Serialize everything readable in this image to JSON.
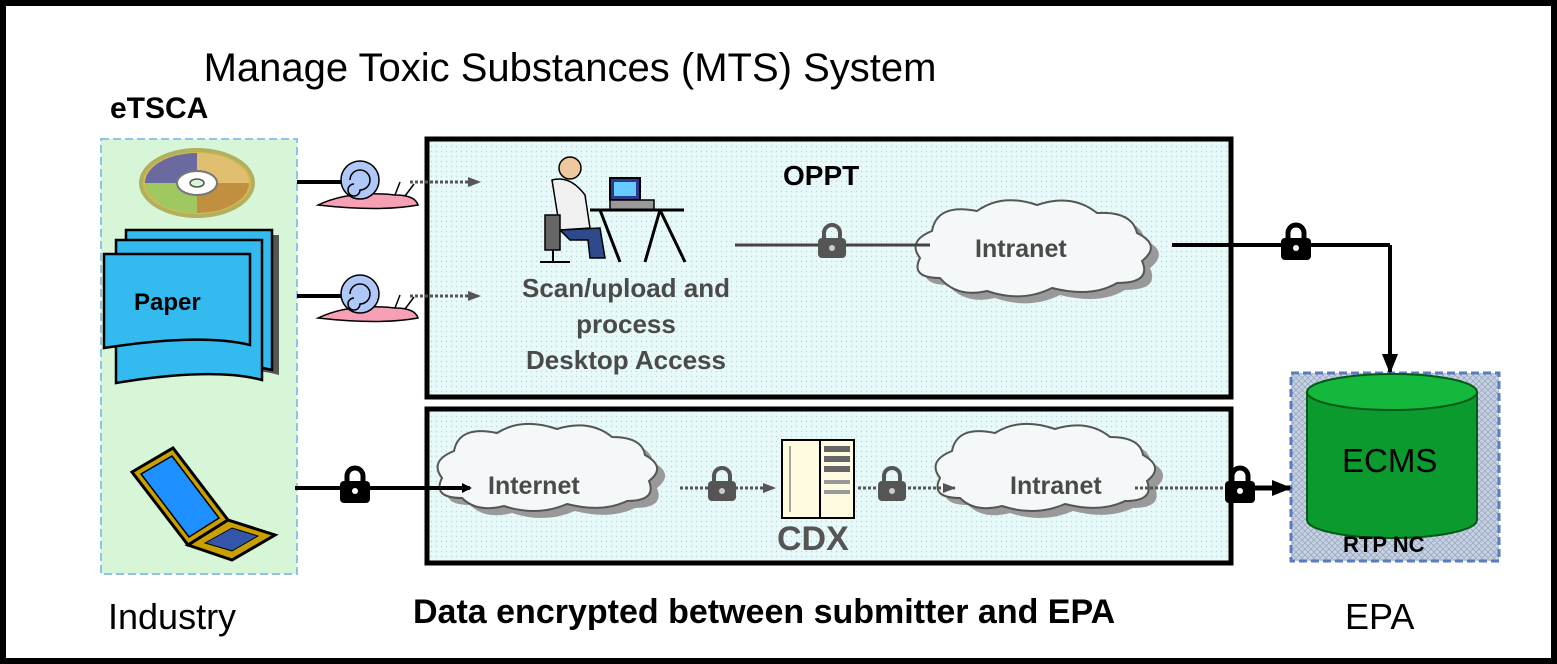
{
  "title": "Manage Toxic Substances (MTS) System",
  "source": {
    "label": "eTSCA",
    "paper_label": "Paper",
    "group_label": "Industry"
  },
  "oppt": {
    "label": "OPPT",
    "process_lines": [
      "Scan/upload and",
      "process",
      "Desktop Access"
    ],
    "cloud_label": "Intranet"
  },
  "cdx_path": {
    "internet_label": "Internet",
    "hub_label": "CDX",
    "intranet_label": "Intranet"
  },
  "destination": {
    "db_label": "ECMS",
    "location_label": "RTP NC",
    "group_label": "EPA"
  },
  "caption": "Data encrypted between submitter and EPA",
  "colors": {
    "industry_panel": "#d4f5d4",
    "oppt_panel": "#e2f7f7",
    "paper_fill": "#33bbf0",
    "db_green": "#0a9a2e",
    "epa_panel": "#bccbe0",
    "cloud_fill": "#f4f8f8"
  }
}
